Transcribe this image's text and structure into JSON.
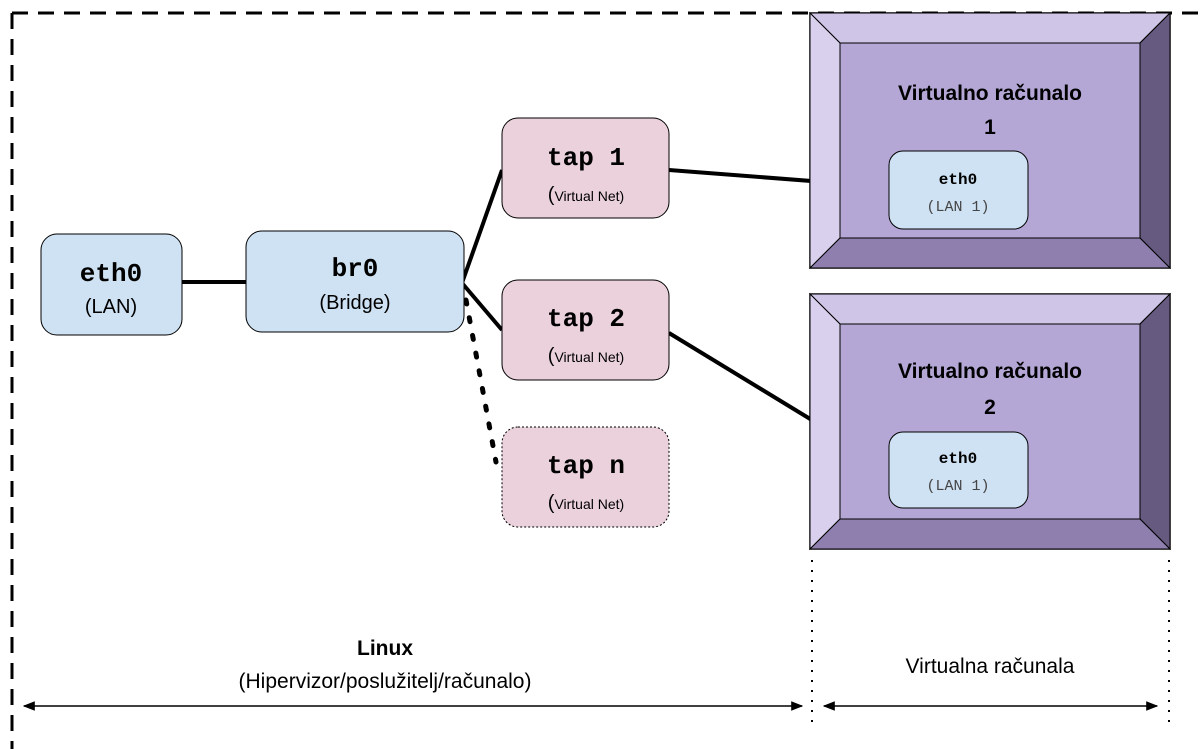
{
  "host_nodes": {
    "eth0": {
      "name": "eth0",
      "sub": "(LAN)"
    },
    "br0": {
      "name": "br0",
      "sub": "(Bridge)"
    }
  },
  "taps": [
    {
      "name": "tap 1",
      "sub_paren": "(",
      "sub_text": "Virtual Net)"
    },
    {
      "name": "tap 2",
      "sub_paren": "(",
      "sub_text": "Virtual Net)"
    },
    {
      "name": "tap n",
      "sub_paren": "(",
      "sub_text": "Virtual Net)"
    }
  ],
  "vms": [
    {
      "title_line1": "Virtualno računalo",
      "title_line2": "1",
      "nic_name": "eth0",
      "nic_sub": "(LAN 1)"
    },
    {
      "title_line1": "Virtualno računalo",
      "title_line2": "2",
      "nic_name": "eth0",
      "nic_sub": "(LAN 1)"
    }
  ],
  "bottom_labels": {
    "linux_title": "Linux",
    "linux_subtitle": "(Hipervizor/poslužitelj/računalo)",
    "vms_label": "Virtualna računala"
  },
  "colors": {
    "node_blue": "#cfe2f3",
    "node_pink": "#ead1dc",
    "vm_outer": "#b4a7d6",
    "vm_light": "#d0c7ea",
    "vm_dark": "#7f6f9e",
    "vm_darker": "#675a80",
    "stroke": "#000000"
  }
}
